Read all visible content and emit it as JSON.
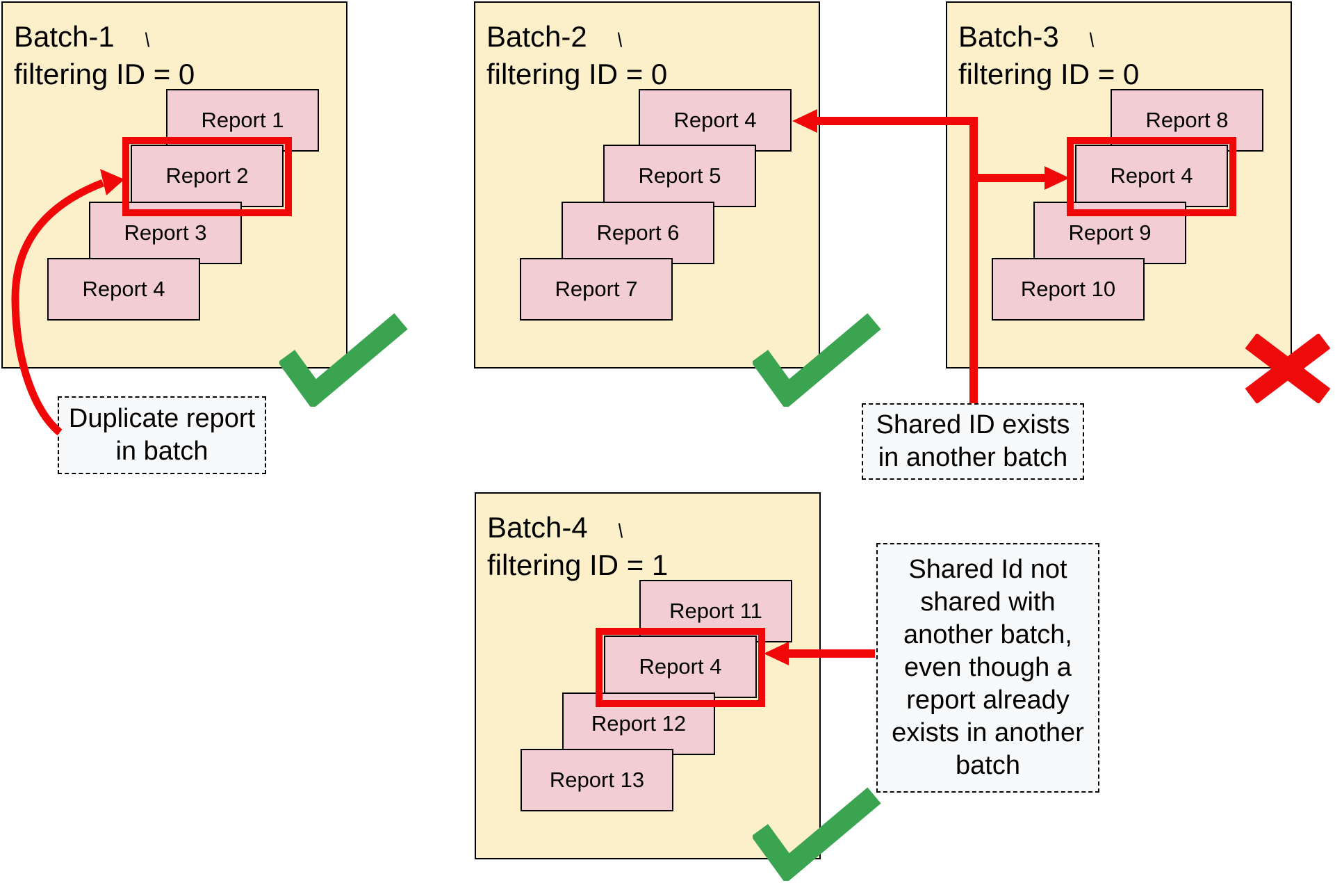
{
  "colors": {
    "batch_fill": "#FBF0CA",
    "batch_border": "#000000",
    "report_fill": "#F2CED4",
    "report_border": "#000000",
    "highlight_red": "#F00808",
    "arrow_red": "#F00808",
    "check_green": "#3AA450",
    "cross_red": "#EE0B0B",
    "note_fill": "#F7F9FA",
    "text": "#000000"
  },
  "decorations": {
    "tick_glyph": "\\"
  },
  "batches": [
    {
      "title": "Batch-1",
      "subtitle": "filtering ID = 0",
      "status": "pass",
      "reports": [
        "Report 1",
        "Report 2",
        "Report 3",
        "Report 4"
      ],
      "highlighted_report": "Report 2"
    },
    {
      "title": "Batch-2",
      "subtitle": "filtering ID = 0",
      "status": "pass",
      "reports": [
        "Report 4",
        "Report 5",
        "Report 6",
        "Report 7"
      ],
      "highlighted_report": null
    },
    {
      "title": "Batch-3",
      "subtitle": "filtering ID = 0",
      "status": "fail",
      "reports": [
        "Report 8",
        "Report 4",
        "Report 9",
        "Report 10"
      ],
      "highlighted_report": "Report 4"
    },
    {
      "title": "Batch-4",
      "subtitle": "filtering ID = 1",
      "status": "pass",
      "reports": [
        "Report 11",
        "Report 4",
        "Report 12",
        "Report 13"
      ],
      "highlighted_report": "Report 4"
    }
  ],
  "notes": [
    {
      "lines": [
        "Duplicate report",
        "in batch"
      ]
    },
    {
      "lines": [
        "Shared ID exists",
        "in another batch"
      ]
    },
    {
      "lines": [
        "Shared Id not",
        "shared with",
        "another batch,",
        "even though a",
        "report already",
        "exists in another",
        "batch"
      ]
    }
  ]
}
